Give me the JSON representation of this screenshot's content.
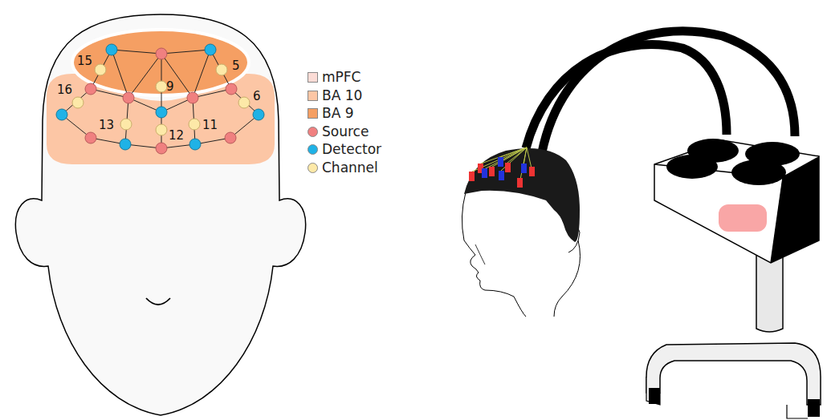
{
  "diagram": {
    "labels": [
      "15",
      "5",
      "16",
      "9",
      "6",
      "13",
      "12",
      "11"
    ],
    "legend": [
      {
        "text": "mPFC",
        "color": "#fcdcd6"
      },
      {
        "text": "BA 10",
        "color": "#fcc6a5"
      },
      {
        "text": "BA 9",
        "color": "#f59f63"
      },
      {
        "text": "Source",
        "color": "#f08080"
      },
      {
        "text": "Detector",
        "color": "#1fb2e6"
      },
      {
        "text": "Channel",
        "color": "#fde9a8"
      }
    ]
  }
}
